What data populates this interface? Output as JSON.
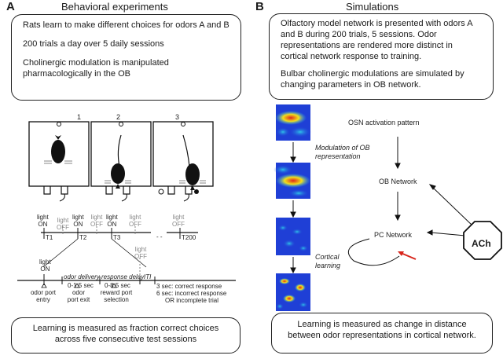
{
  "panel_a": {
    "letter": "A",
    "title": "Behavioral experiments",
    "intro": [
      "Rats learn to make different choices for odors A and B",
      "200 trials a day over 5 daily sessions",
      "Cholinergic modulation is manipulated pharmacologically in the OB"
    ],
    "chamber_numbers": [
      "1",
      "2",
      "3"
    ],
    "timeline_top": [
      {
        "label": "light",
        "state": "ON",
        "trial": "T1",
        "gray": false
      },
      {
        "label": "light",
        "state": "OFF",
        "trial": "",
        "gray": true
      },
      {
        "label": "light",
        "state": "ON",
        "trial": "T2",
        "gray": false
      },
      {
        "label": "light",
        "state": "OFF",
        "trial": "",
        "gray": true
      },
      {
        "label": "light",
        "state": "ON",
        "trial": "T3",
        "gray": false
      },
      {
        "label": "light",
        "state": "OFF",
        "trial": "",
        "gray": true
      },
      {
        "label": "light",
        "state": "OFF",
        "trial": "T200",
        "gray": true
      }
    ],
    "timeline_dash": "- -",
    "detail": {
      "light_label": "light",
      "light_state": "ON",
      "light_off_label": "light",
      "light_off_state": "OFF",
      "phases": [
        "odor delivery",
        "response delay",
        "ITI"
      ],
      "durations": [
        "0-1.5 sec",
        "0-8.5 sec"
      ],
      "events": [
        "odor port entry",
        "odor port exit",
        "reward port selection"
      ],
      "iti_notes": [
        "3 sec: correct response",
        "6 sec: incorrect response",
        "OR incomplete trial"
      ]
    },
    "footer": "Learning is measured as fraction correct choices across five consecutive test sessions"
  },
  "panel_b": {
    "letter": "B",
    "title": "Simulations",
    "intro": [
      "Olfactory model network is presented with odors A and B during 200 trials, 5 sessions. Odor representations are rendered more distinct in cortical network response to training.",
      "Bulbar cholinergic modulations are simulated by changing parameters in OB network."
    ],
    "labels": {
      "osn": "OSN activation pattern",
      "ob_network": "OB Network",
      "pc_network": "PC Network",
      "ach": "ACh",
      "modulation": "Modulation of OB representation",
      "cortical": "Cortical learning"
    },
    "footer": "Learning is measured as change in distance between odor representations in cortical network."
  },
  "colors": {
    "heat_blue": "#1f3fd6",
    "heat_red": "#e0261c",
    "heat_yellow": "#f2e01a",
    "heat_cyan": "#2ec4e8",
    "feedback_arrow": "#d8251b"
  }
}
